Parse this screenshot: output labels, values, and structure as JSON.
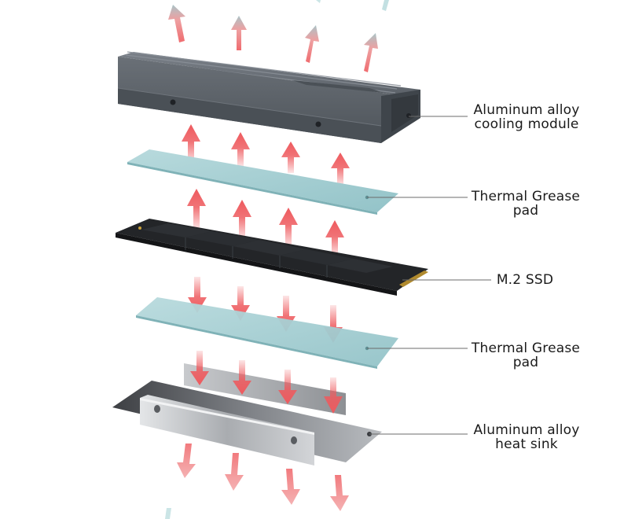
{
  "labels": {
    "cooling_module": {
      "line1": "Aluminum alloy",
      "line2": "cooling module"
    },
    "pad_top": {
      "line1": "Thermal Grease",
      "line2": "pad"
    },
    "ssd": {
      "line1": "M.2 SSD"
    },
    "pad_bottom": {
      "line1": "Thermal Grease",
      "line2": "pad"
    },
    "heat_sink": {
      "line1": "Aluminum alloy",
      "line2": "heat sink"
    }
  },
  "colors": {
    "arrow_red": "#ee5a5e",
    "arrow_fade": "#a9d3d6",
    "module_body": "#5d636a",
    "pad": "#a7cfd3",
    "ssd_pcb": "#1c1d1f",
    "sink_metal": "#9a9da1",
    "leader_line": "#6b6b6b"
  }
}
